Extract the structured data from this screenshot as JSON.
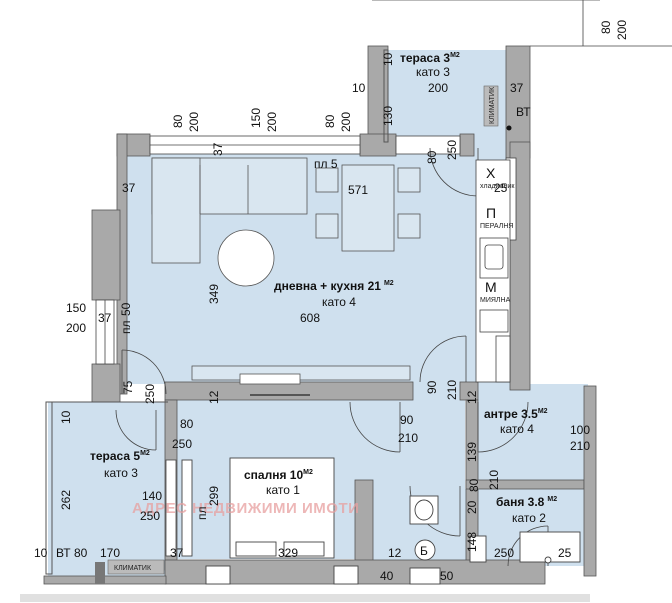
{
  "rooms": {
    "terrace_top": {
      "name": "тераса 3",
      "sup": "M2",
      "floor": "като 3"
    },
    "living": {
      "name": "дневна + кухня 21",
      "sup": "M2",
      "floor": "като 4"
    },
    "bedroom": {
      "name": "спалня 10",
      "sup": "M2",
      "floor": "като 1"
    },
    "hall": {
      "name": "антре 3.5",
      "sup": "M2",
      "floor": "като 4"
    },
    "bath": {
      "name": "баня 3.8",
      "sup": "M2",
      "floor": "като 2"
    },
    "terrace_left": {
      "name": "тераса 5",
      "sup": "M2",
      "floor": "като 3"
    }
  },
  "dims": {
    "d1": "80",
    "d2": "200",
    "d3": "10",
    "d4": "10",
    "d5": "200",
    "d6": "37",
    "d7": "130",
    "d8": "80",
    "d9": "200",
    "d10": "150",
    "d11": "200",
    "d12": "80",
    "d13": "200",
    "d14": "37",
    "d15": "80",
    "d16": "250",
    "d17": "571",
    "d18": "25",
    "d19": "37",
    "d20": "349",
    "d21": "608",
    "d22": "150",
    "d23": "200",
    "d24": "37",
    "d25": "50",
    "d26": "75",
    "d27": "250",
    "d28": "12",
    "d29": "90",
    "d30": "210",
    "d31": "12",
    "d32": "80",
    "d33": "250",
    "d34": "90",
    "d35": "210",
    "d36": "10",
    "d37": "299",
    "d38": "262",
    "d39": "140",
    "d40": "250",
    "d41": "100",
    "d42": "210",
    "d43": "139",
    "d44": "210",
    "d45": "80",
    "d46": "148",
    "d47": "20",
    "d48": "10",
    "d49": "80",
    "d50": "170",
    "d51": "37",
    "d52": "329",
    "d53": "12",
    "d54": "250",
    "d55": "25",
    "d56": "40",
    "d57": "50"
  },
  "labels": {
    "vt": "ВТ",
    "vt_bottom": "ВТ",
    "klimatik": "КЛИМАТИК",
    "klimatik_bottom": "КЛИМАТИК",
    "pl": "пл 5",
    "pl_left": "пл",
    "pl_bed": "пл",
    "x_letter": "Х",
    "x_caption": "хладилник",
    "p_letter": "П",
    "p_caption": "ПЕРАЛНЯ",
    "m_letter": "М",
    "m_caption": "МИЯЛНА",
    "b_letter": "Б"
  },
  "watermark": "АДРЕС НЕДВИЖИМИ ИМОТИ"
}
